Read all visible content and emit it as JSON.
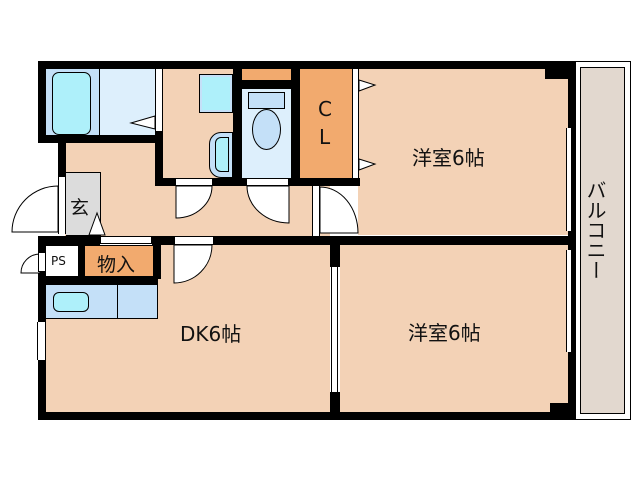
{
  "floor_plan": {
    "rooms": {
      "western_room_1": {
        "label": "洋室6帖"
      },
      "western_room_2": {
        "label": "洋室6帖"
      },
      "dining_kitchen": {
        "label": "DK6帖"
      },
      "closet": {
        "label_line1": "C",
        "label_line2": "L"
      },
      "entrance": {
        "label": "玄"
      },
      "storage": {
        "label": "物入"
      },
      "pipe_space": {
        "label": "PS"
      },
      "balcony": {
        "label": "バルコニー"
      }
    },
    "colors": {
      "floor": "#f3d2b6",
      "wet_area": "#ddeffc",
      "fixture": "#aef0fa",
      "storage": "#f2aa6e",
      "entrance": "#dcdcdc",
      "balcony": "#e2d8cf",
      "wall": "#000000"
    }
  }
}
